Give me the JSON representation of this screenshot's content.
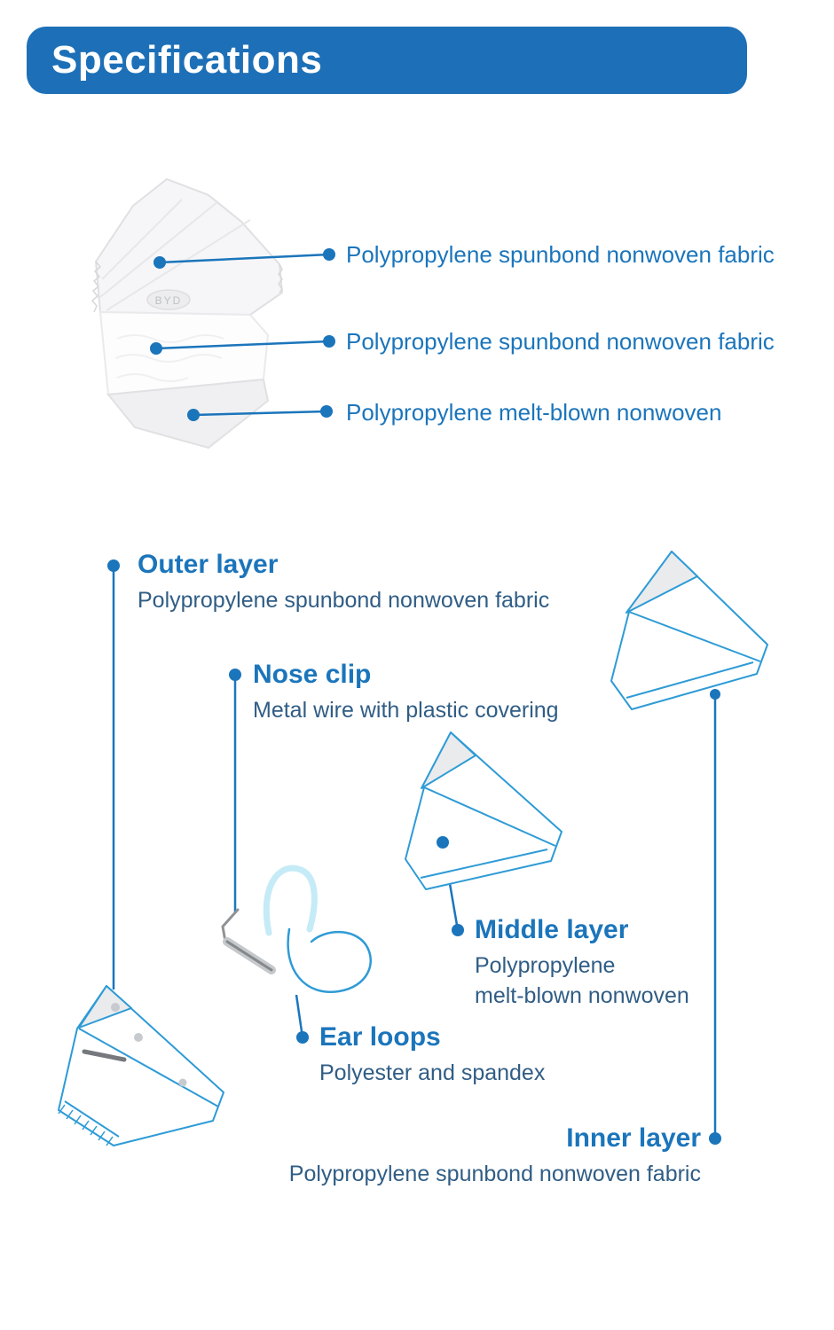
{
  "header": {
    "title": "Specifications"
  },
  "colors": {
    "header_bg": "#1d70b7",
    "accent_blue": "#1b75bb",
    "desc_text": "#305d85",
    "mask_outline": "#2e9bd6",
    "ear_loop_light": "#c5ebf7"
  },
  "mask_photo": {
    "stamp": "BYD"
  },
  "callouts": [
    {
      "label": "Polypropylene spunbond nonwoven fabric"
    },
    {
      "label": "Polypropylene spunbond nonwoven fabric"
    },
    {
      "label": "Polypropylene melt-blown nonwoven"
    }
  ],
  "parts": {
    "outer_layer": {
      "title": "Outer layer",
      "desc": "Polypropylene spunbond nonwoven fabric"
    },
    "nose_clip": {
      "title": "Nose clip",
      "desc": "Metal wire with plastic covering"
    },
    "middle_layer": {
      "title": "Middle layer",
      "desc_line1": "Polypropylene",
      "desc_line2": "melt-blown nonwoven"
    },
    "ear_loops": {
      "title": "Ear loops",
      "desc": "Polyester and spandex"
    },
    "inner_layer": {
      "title": "Inner layer",
      "desc": "Polypropylene spunbond nonwoven fabric"
    }
  }
}
